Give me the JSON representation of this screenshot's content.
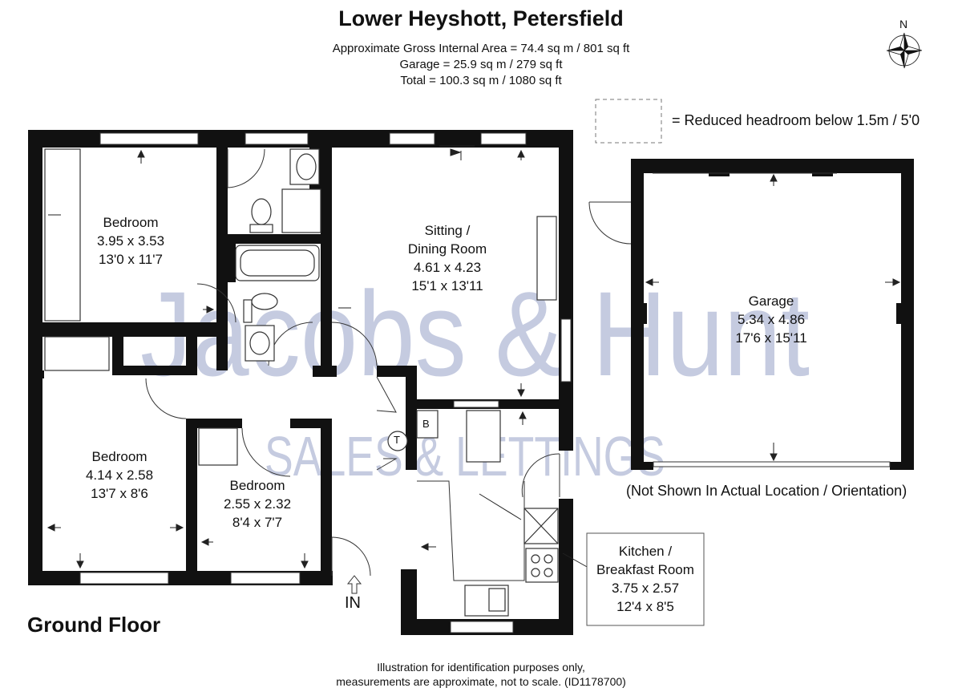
{
  "header": {
    "title": "Lower Heyshott, Petersfield",
    "area_line": "Approximate Gross Internal Area = 74.4 sq m / 801 sq ft",
    "garage_line": "Garage = 25.9 sq m / 279 sq ft",
    "total_line": "Total = 100.3 sq m / 1080 sq ft"
  },
  "compass": {
    "label": "N",
    "icon": "compass-rose-icon"
  },
  "legend": {
    "text": "= Reduced headroom below 1.5m / 5'0"
  },
  "watermark": {
    "line1": "Jacobs & Hunt",
    "line2": "SALES & LETTINGS"
  },
  "rooms": {
    "bedroom1": {
      "name": "Bedroom",
      "metric": "3.95 x 3.53",
      "imperial": "13'0 x 11'7"
    },
    "sitting": {
      "name1": "Sitting /",
      "name2": "Dining Room",
      "metric": "4.61 x 4.23",
      "imperial": "15'1 x 13'11"
    },
    "garage": {
      "name": "Garage",
      "metric": "5.34 x 4.86",
      "imperial": "17'6 x 15'11"
    },
    "bedroom2": {
      "name": "Bedroom",
      "metric": "4.14 x 2.58",
      "imperial": "13'7 x 8'6"
    },
    "bedroom3": {
      "name": "Bedroom",
      "metric": "2.55 x 2.32",
      "imperial": "8'4 x 7'7"
    },
    "kitchen": {
      "name1": "Kitchen /",
      "name2": "Breakfast Room",
      "metric": "3.75 x 2.57",
      "imperial": "12'4 x 8'5"
    }
  },
  "fixtures": {
    "boiler": "B",
    "tank": "T"
  },
  "garage_note": "(Not Shown In Actual Location / Orientation)",
  "entrance": "IN",
  "floor_label": "Ground Floor",
  "footer": {
    "line1": "Illustration for identification purposes only,",
    "line2": "measurements are approximate, not to scale. (ID1178700)"
  },
  "colors": {
    "wall": "#111111",
    "watermark": "#c5cbe0",
    "line": "#333333"
  }
}
